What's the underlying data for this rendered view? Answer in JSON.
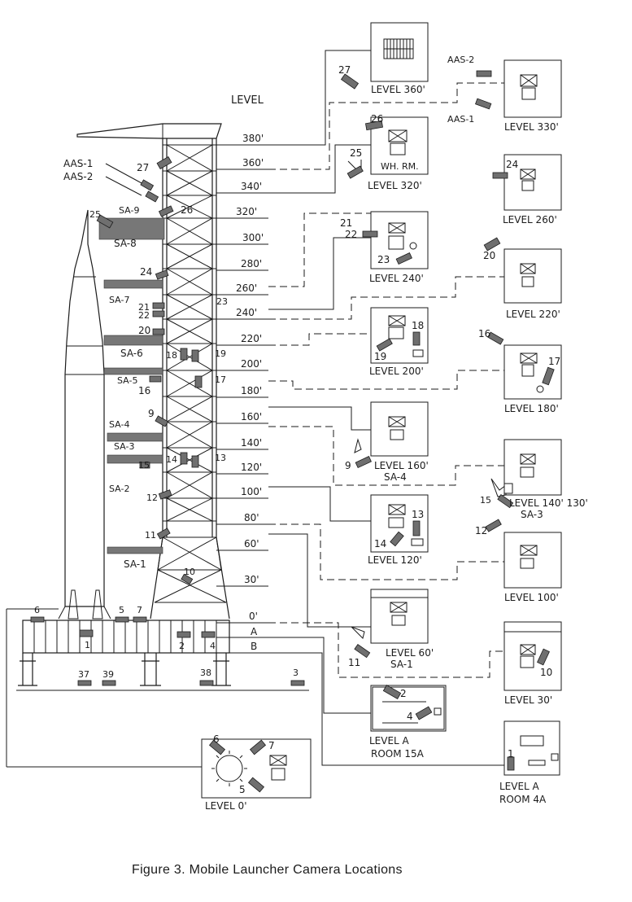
{
  "caption": "Figure 3.  Mobile Launcher Camera Locations",
  "level_heading": "LEVEL",
  "levels": [
    "380'",
    "360'",
    "340'",
    "320'",
    "300'",
    "280'",
    "260'",
    "240'",
    "220'",
    "200'",
    "180'",
    "160'",
    "140'",
    "120'",
    "100'",
    "80'",
    "60'",
    "30'",
    "0'",
    "A",
    "B"
  ],
  "arms": {
    "sa9": "SA-9",
    "sa8": "SA-8",
    "sa7": "SA-7",
    "sa6": "SA-6",
    "sa5": "SA-5",
    "sa4": "SA-4",
    "sa3": "SA-3",
    "sa2": "SA-2",
    "sa1": "SA-1"
  },
  "aas": {
    "aas1": "AAS-1",
    "aas2": "AAS-2"
  },
  "tower_cameras": {
    "c27": "27",
    "c26": "26",
    "c25": "25",
    "c24": "24",
    "c23": "23",
    "c22": "22",
    "c21": "21",
    "c20": "20",
    "c19": "19",
    "c18": "18",
    "c17": "17",
    "c16": "16",
    "c14": "14",
    "c13": "13",
    "c12": "12",
    "c11": "11",
    "c10": "10",
    "c9": "9",
    "c15": "15",
    "c6": "6",
    "c5": "5",
    "c7": "7",
    "c1": "1",
    "c2": "2",
    "c4": "4",
    "c37": "37",
    "c39": "39",
    "c38": "38",
    "c3": "3"
  },
  "panels": {
    "p360": {
      "title": "LEVEL 360'",
      "cam": "27"
    },
    "p330": {
      "title": "LEVEL 330'",
      "aas2": "AAS-2",
      "aas1": "AAS-1"
    },
    "p320": {
      "title": "LEVEL 320'",
      "whrm": "WH. RM.",
      "cam26": "26",
      "cam25": "25"
    },
    "p260": {
      "title": "LEVEL 260'",
      "cam": "24"
    },
    "p240": {
      "title": "LEVEL 240'",
      "cam21": "21",
      "cam22": "22",
      "cam23": "23"
    },
    "p220": {
      "title": "LEVEL 220'",
      "cam": "20"
    },
    "p200": {
      "title": "LEVEL 200'",
      "cam18": "18",
      "cam19": "19"
    },
    "p180": {
      "title": "LEVEL 180'",
      "cam16": "16",
      "cam17": "17"
    },
    "p160": {
      "title": "LEVEL 160'",
      "arm": "SA-4",
      "cam": "9"
    },
    "p140": {
      "title": "LEVEL 140' 130'",
      "arm": "SA-3",
      "cam": "15"
    },
    "p120": {
      "title": "LEVEL 120'",
      "cam13": "13",
      "cam14": "14"
    },
    "p100": {
      "title": "LEVEL 100'",
      "cam": "12"
    },
    "p60": {
      "title": "LEVEL 60'",
      "arm": "SA-1",
      "cam": "11"
    },
    "p30": {
      "title": "LEVEL 30'",
      "cam": "10"
    },
    "pA15": {
      "title": "LEVEL A",
      "room": "ROOM 15A",
      "cam2": "2",
      "cam4": "4"
    },
    "pA4": {
      "title": "LEVEL A",
      "room": "ROOM 4A",
      "cam": "1"
    },
    "p0": {
      "title": "LEVEL 0'",
      "cam6": "6",
      "cam7": "7",
      "cam5": "5"
    }
  }
}
